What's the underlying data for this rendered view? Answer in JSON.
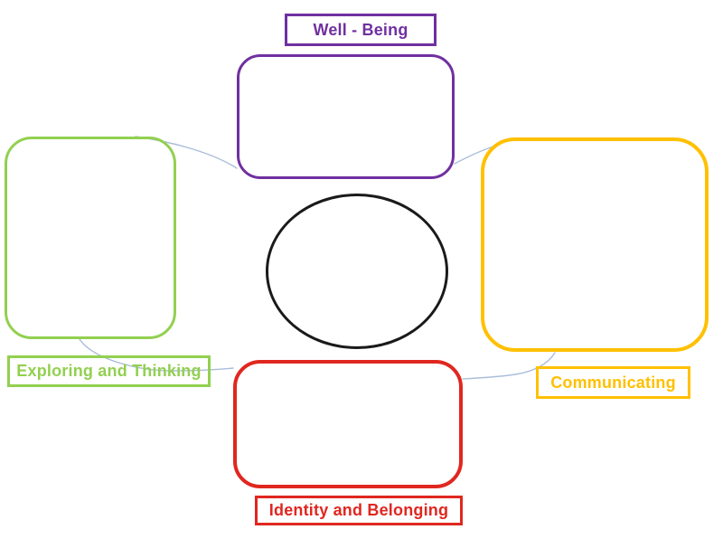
{
  "diagram": {
    "type": "mind-map",
    "center": {
      "shape": "ellipse",
      "label": "",
      "border_color": "#1a1a1a"
    },
    "connector_color": "#aabdda",
    "nodes": [
      {
        "id": "well-being",
        "label": "Well - Being",
        "color": "#7030a0",
        "position": "top"
      },
      {
        "id": "exploring-and-thinking",
        "label": "Exploring and Thinking",
        "color": "#92d050",
        "position": "left"
      },
      {
        "id": "communicating",
        "label": "Communicating",
        "color": "#ffc000",
        "position": "right"
      },
      {
        "id": "identity-and-belonging",
        "label": "Identity and Belonging",
        "color": "#e0271f",
        "position": "bottom"
      }
    ]
  }
}
